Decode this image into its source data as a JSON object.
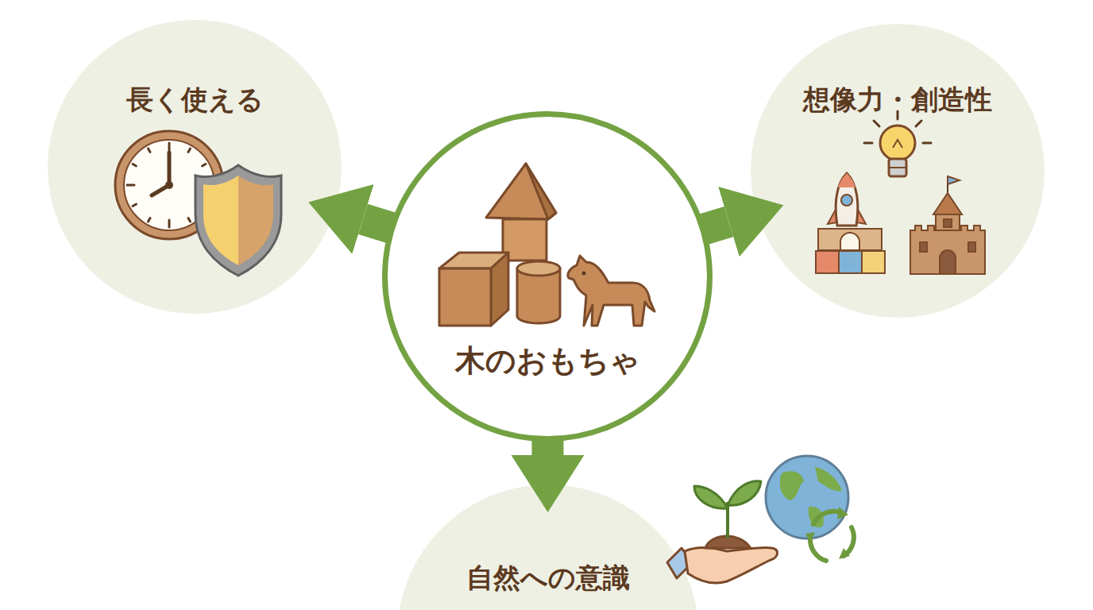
{
  "diagram": {
    "nodes": [
      {
        "text": [
          "長く使える"
        ]
      },
      {
        "text": [
          "想像力・創造性"
        ]
      },
      {
        "text": [
          "木のおもちゃ"
        ]
      },
      {
        "text": [
          "自然への意識"
        ]
      }
    ],
    "edges": [
      {
        "from": 2,
        "to": 0,
        "arrow": "to"
      },
      {
        "from": 2,
        "to": 1,
        "arrow": "to"
      },
      {
        "from": 2,
        "to": 3,
        "arrow": "to"
      }
    ]
  }
}
